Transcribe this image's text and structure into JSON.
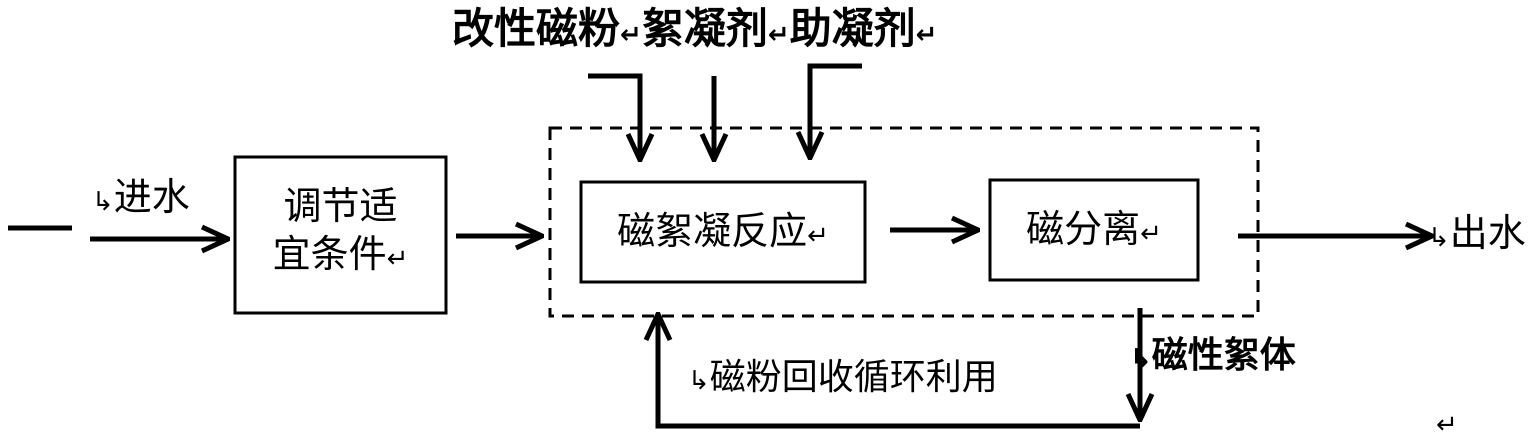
{
  "inputs": {
    "modified_magnetic_powder": "改性磁粉",
    "flocculant": "絮凝剂",
    "coagulant_aid": "助凝剂"
  },
  "flow": {
    "water_in": "进水",
    "water_out": "出水",
    "magnetic_floc": "磁性絮体",
    "recycle": "磁粉回收循环利用"
  },
  "boxes": {
    "adjust_line1": "调节适",
    "adjust_line2": "宜条件",
    "flocculation_reaction": "磁絮凝反应",
    "magnetic_separation": "磁分离"
  },
  "marks": {
    "return_glyph": "↵",
    "down_return_glyph": "↳"
  },
  "colors": {
    "stroke": "#000000",
    "background": "#ffffff"
  }
}
